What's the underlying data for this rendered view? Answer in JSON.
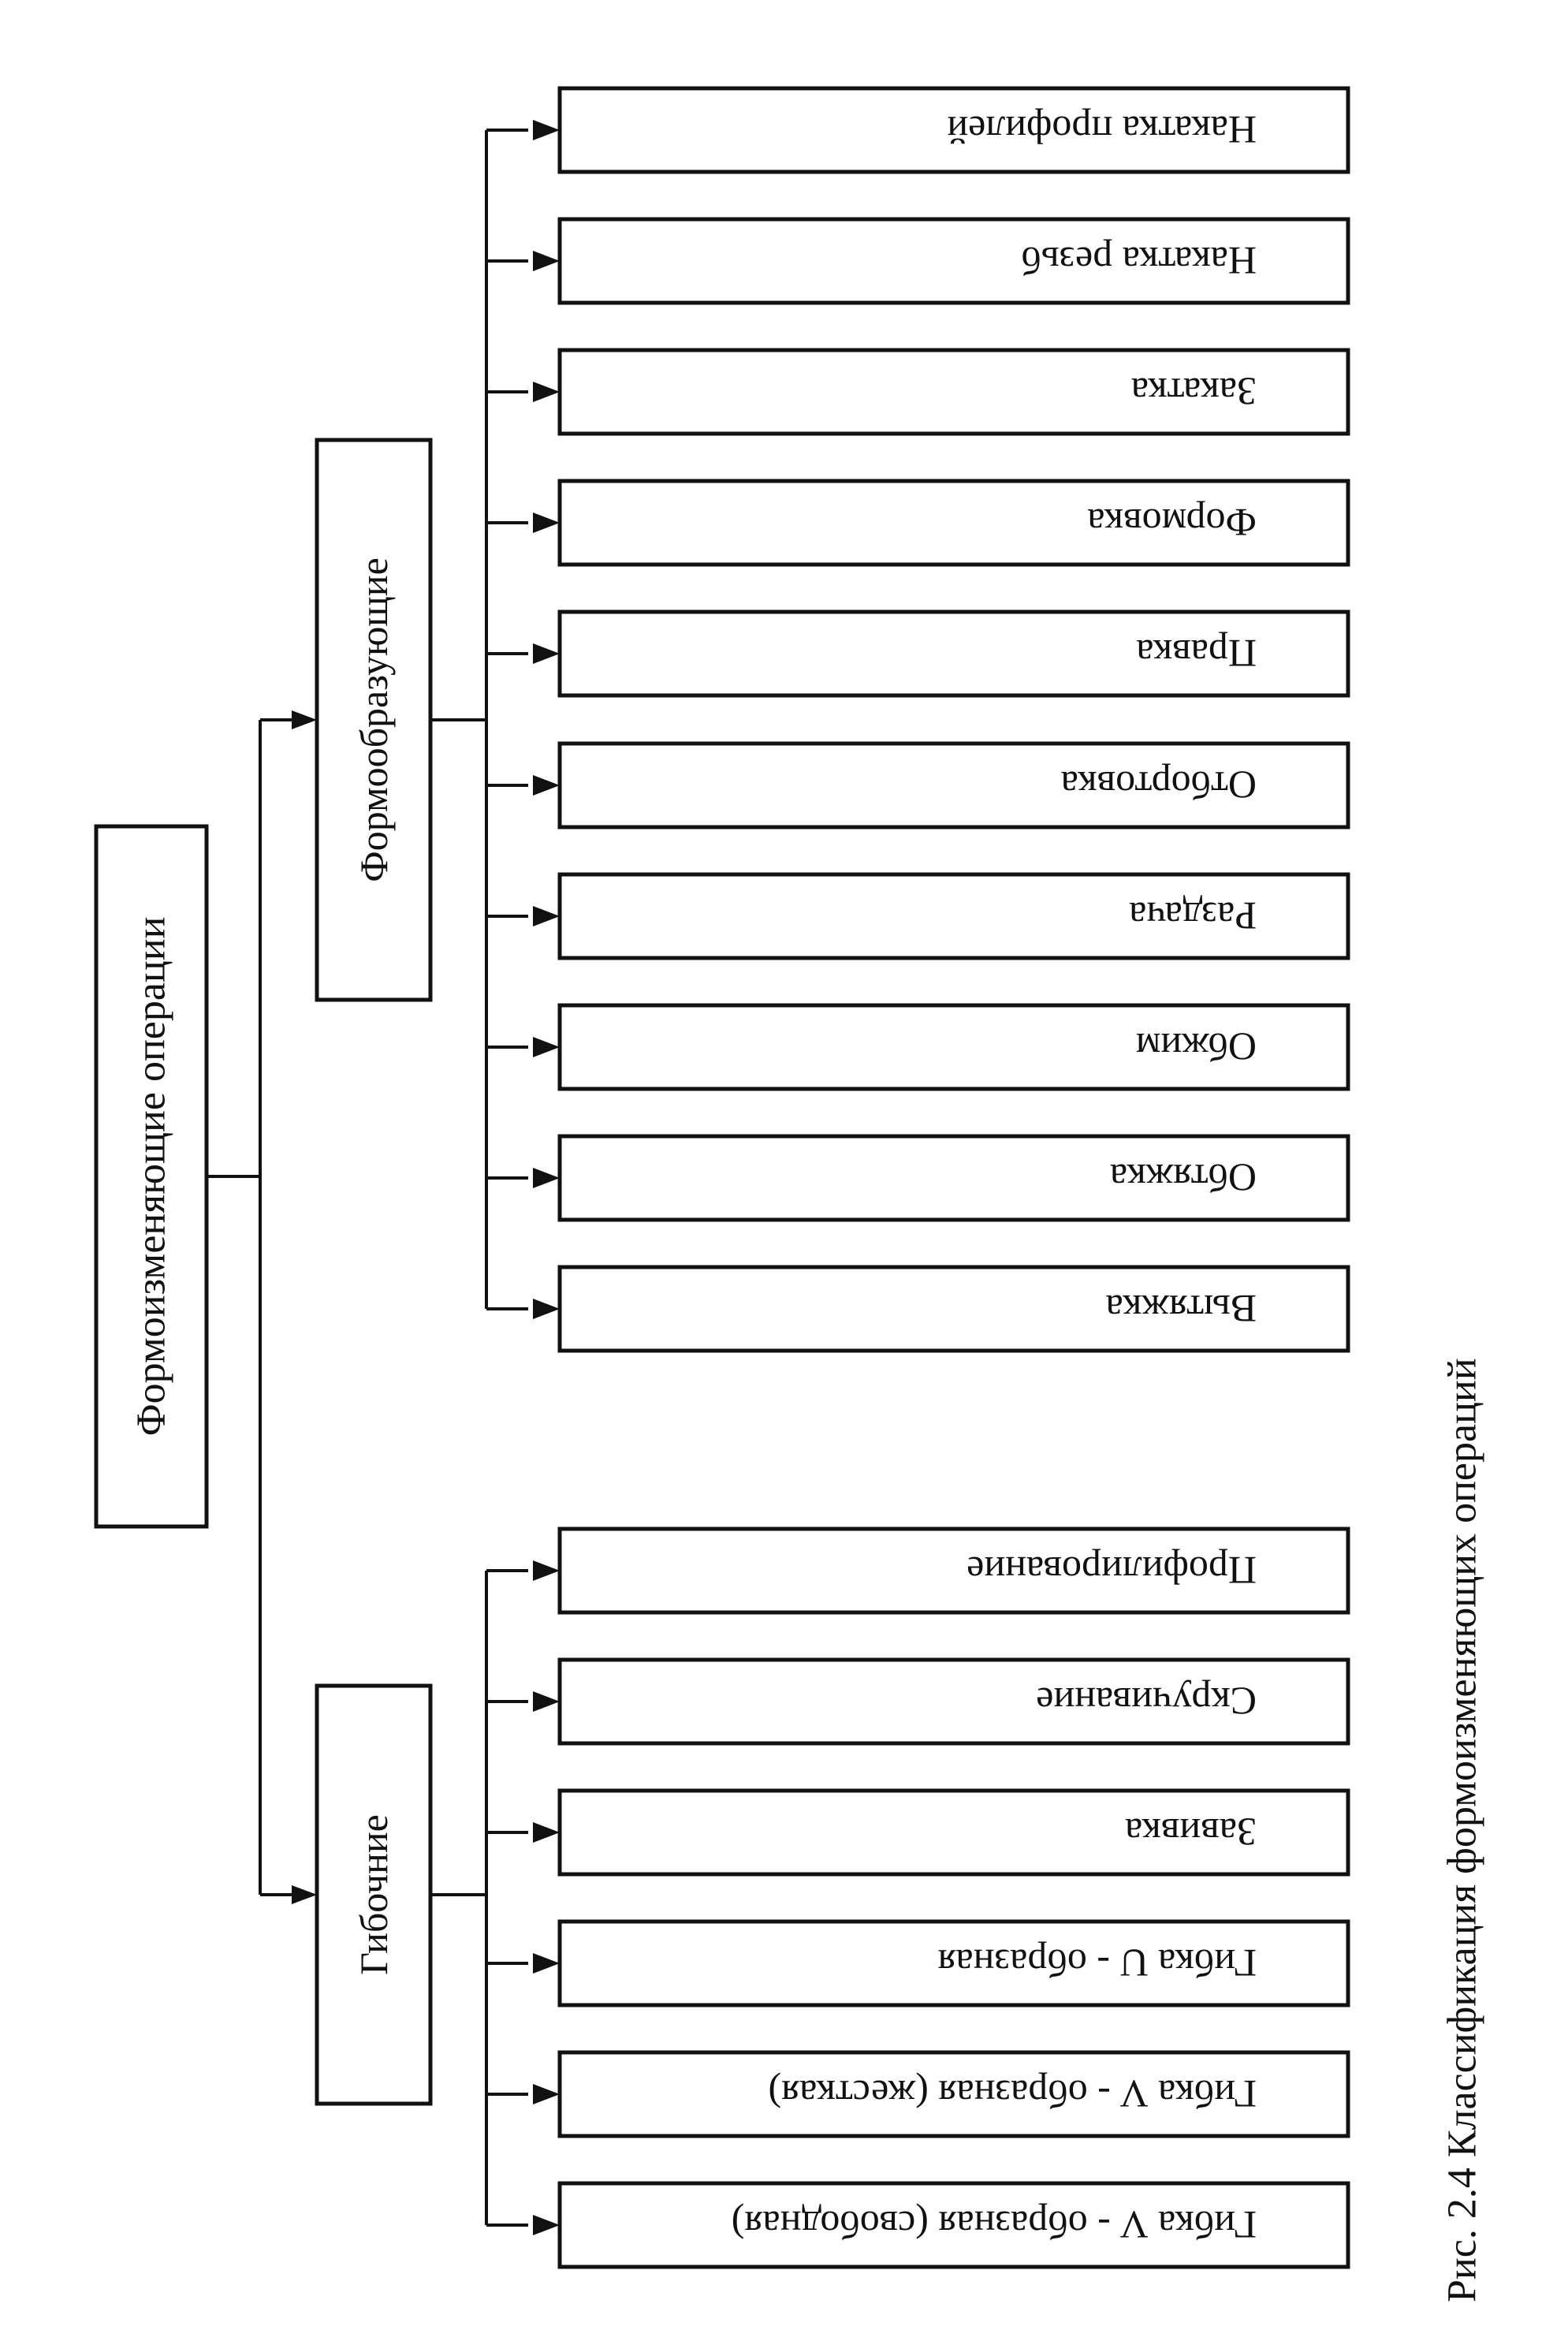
{
  "diagram": {
    "root": "Формоизменяющие операции",
    "groups": [
      {
        "label": "Формообразующие",
        "items": [
          "Накатка профилей",
          "Накатка резьб",
          "Закатка",
          "Формовка",
          "Правка",
          "Отбортовка",
          "Раздача",
          "Обжим",
          "Обтяжка",
          "Вытяжка"
        ]
      },
      {
        "label": "Гибочние",
        "items": [
          "Профилирование",
          "Скручивание",
          "Завивка",
          "Гибка U - образная",
          "Гибка V - образная (жесткая)",
          "Гибка V - образная (свободная)"
        ]
      }
    ]
  },
  "caption": "Рис. 2.4 Классификация формоизменяющих операций",
  "colors": {
    "stroke": "#111111",
    "background": "#ffffff"
  }
}
